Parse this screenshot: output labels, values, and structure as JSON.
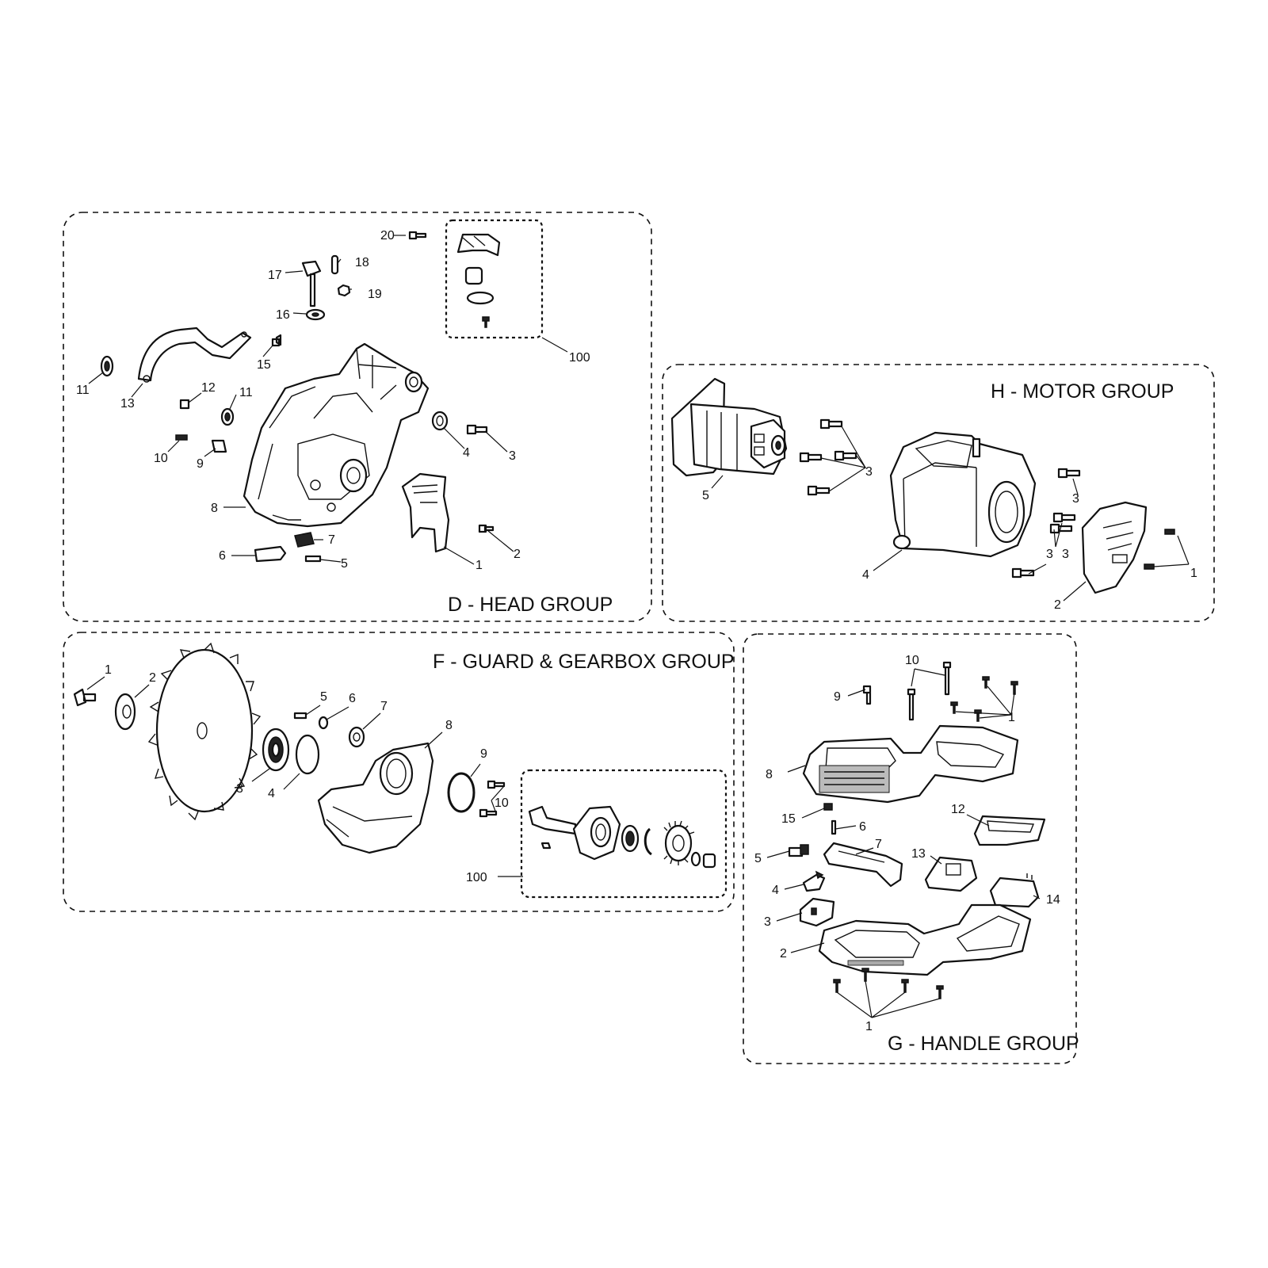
{
  "groups": {
    "head": {
      "title": "D - HEAD GROUP",
      "callouts": [
        "20",
        "18",
        "17",
        "19",
        "16",
        "100",
        "15",
        "11",
        "13",
        "12",
        "11",
        "10",
        "9",
        "4",
        "3",
        "8",
        "7",
        "6",
        "5",
        "1",
        "2"
      ]
    },
    "motor": {
      "title": "H - MOTOR GROUP",
      "callouts": [
        "5",
        "3",
        "3",
        "4",
        "3",
        "3",
        "1",
        "2"
      ]
    },
    "guard": {
      "title": "F - GUARD & GEARBOX GROUP",
      "callouts": [
        "1",
        "2",
        "5",
        "6",
        "7",
        "8",
        "3",
        "4",
        "9",
        "10",
        "100"
      ]
    },
    "handle": {
      "title": "G - HANDLE GROUP",
      "callouts": [
        "10",
        "9",
        "1",
        "8",
        "15",
        "6",
        "12",
        "7",
        "13",
        "5",
        "4",
        "3",
        "14",
        "2",
        "1"
      ]
    }
  }
}
